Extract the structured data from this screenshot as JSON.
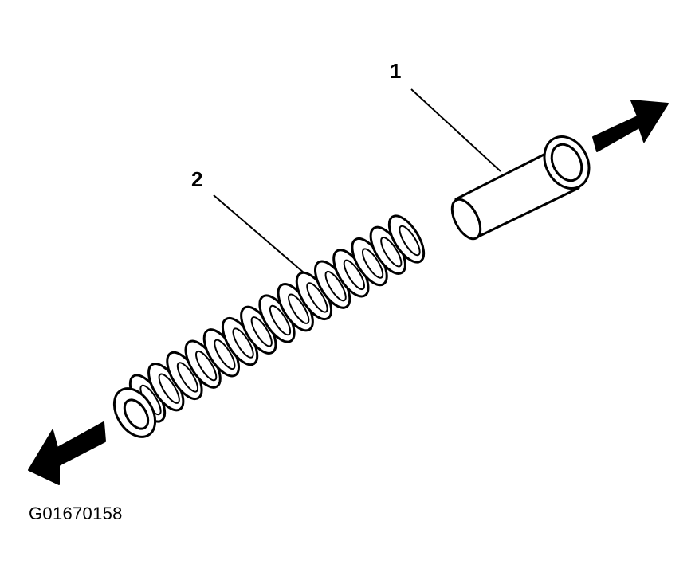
{
  "callouts": {
    "pin": "1",
    "spring": "2"
  },
  "figure_id": "G01670158",
  "parts": [
    {
      "callout": "1",
      "icon": "pin-icon"
    },
    {
      "callout": "2",
      "icon": "coil-spring-icon"
    }
  ],
  "arrows": [
    {
      "icon": "arrow-up-right-icon",
      "fill": "#000000"
    },
    {
      "icon": "arrow-down-left-icon",
      "fill": "#000000"
    }
  ],
  "colors": {
    "background": "#ffffff",
    "ink": "#000000",
    "part_fill": "#ffffff"
  }
}
